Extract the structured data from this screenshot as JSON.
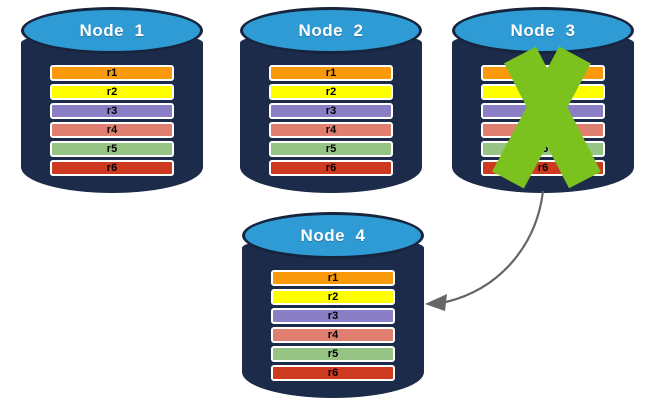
{
  "diagram": {
    "description": "Replicated database cluster: Node 3 fails and its replicas move to Node 4",
    "colors": {
      "background": "#ffffff",
      "cylinder_body": "#1C2B4A",
      "cylinder_top": "#2F9BD5",
      "cylinder_border": "#17243E",
      "bar_border": "#FFFFFF",
      "bar_text": "#000000",
      "title_text": "#FFFFFF",
      "failure_x": "#7CC21F",
      "arrow": "#666666"
    },
    "nodes": [
      {
        "label": "Node  1",
        "status": "active",
        "replicas": [
          {
            "label": "r1",
            "color": "#FA9A0B"
          },
          {
            "label": "r2",
            "color": "#FEFE00"
          },
          {
            "label": "r3",
            "color": "#8A7EC5"
          },
          {
            "label": "r4",
            "color": "#E07F70"
          },
          {
            "label": "r5",
            "color": "#95C484"
          },
          {
            "label": "r6",
            "color": "#CE3A20"
          }
        ]
      },
      {
        "label": "Node  2",
        "status": "active",
        "replicas": [
          {
            "label": "r1",
            "color": "#FA9A0B"
          },
          {
            "label": "r2",
            "color": "#FEFE00"
          },
          {
            "label": "r3",
            "color": "#8A7EC5"
          },
          {
            "label": "r4",
            "color": "#E07F70"
          },
          {
            "label": "r5",
            "color": "#95C484"
          },
          {
            "label": "r6",
            "color": "#CE3A20"
          }
        ]
      },
      {
        "label": "Node  3",
        "status": "failed",
        "replicas": [
          {
            "label": "r1",
            "color": "#FA9A0B"
          },
          {
            "label": "r2",
            "color": "#FEFE00"
          },
          {
            "label": "r3",
            "color": "#8A7EC5"
          },
          {
            "label": "r4",
            "color": "#E07F70"
          },
          {
            "label": "r5",
            "color": "#95C484"
          },
          {
            "label": "r6",
            "color": "#CE3A20"
          }
        ]
      },
      {
        "label": "Node  4",
        "status": "active",
        "replicas": [
          {
            "label": "r1",
            "color": "#FA9A0B"
          },
          {
            "label": "r2",
            "color": "#FEFE00"
          },
          {
            "label": "r3",
            "color": "#8A7EC5"
          },
          {
            "label": "r4",
            "color": "#E07F70"
          },
          {
            "label": "r5",
            "color": "#95C484"
          },
          {
            "label": "r6",
            "color": "#CE3A20"
          }
        ]
      }
    ]
  }
}
